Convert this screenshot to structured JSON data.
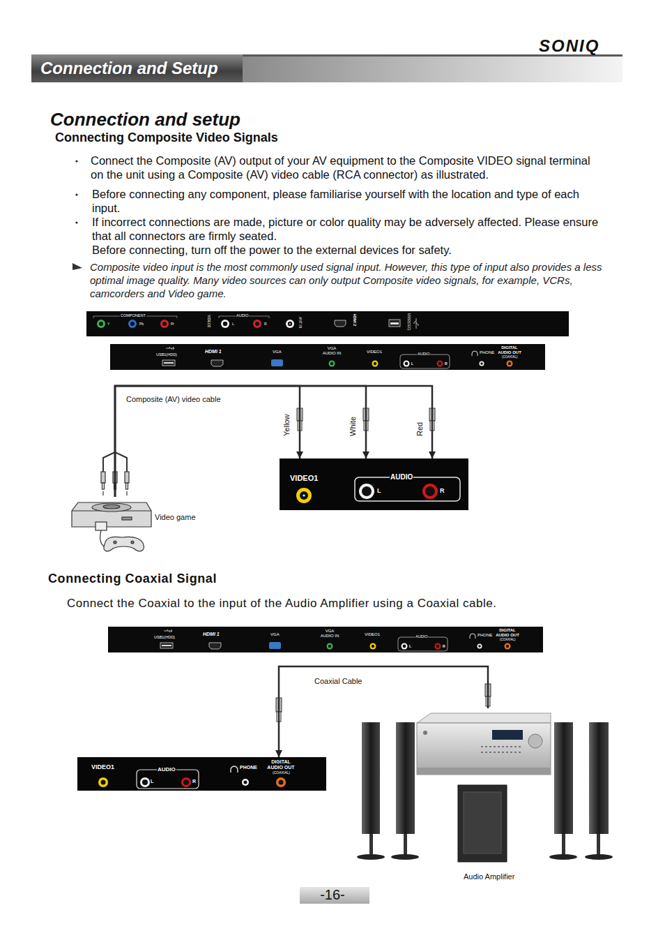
{
  "diagram": {
    "title": "Connection and setup",
    "nodes": [
      {
        "text": [
          "Connection and Setup"
        ]
      },
      {
        "text": [
          "COMPONENT",
          "Y",
          "Pb",
          "Pr",
          "VIDEO2",
          "AUDIO",
          "L",
          "R",
          "ANT IN",
          "HDMI 2",
          "USB2(DEC)"
        ]
      },
      {
        "text": [
          "USB1(HDD)",
          "HDMI 1",
          "VGA",
          "VGA AUDIO IN",
          "VIDEO1",
          "AUDIO",
          "L",
          "R",
          "PHONE",
          "DIGITAL AUDIO OUT",
          "(COAXIAL)"
        ]
      },
      {
        "text": [
          "VIDEO1",
          "AUDIO",
          "L",
          "R"
        ]
      },
      {
        "text": [
          "Video game"
        ]
      },
      {
        "text": [
          "USB1(HDD)",
          "HDMI 1",
          "VGA",
          "VGA AUDIO IN",
          "VIDEO1",
          "AUDIO",
          "L",
          "R",
          "PHONE",
          "DIGITAL AUDIO OUT",
          "(COAXIAL)"
        ]
      },
      {
        "text": [
          "VIDEO1",
          "AUDIO",
          "L",
          "R",
          "PHONE",
          "DIGITAL AUDIO OUT",
          "(COAXIAL)"
        ]
      },
      {
        "text": [
          "Audio Amplifier"
        ]
      },
      {
        "text": [
          "-16-"
        ]
      }
    ],
    "edges": [
      {
        "from": 4,
        "to": 3,
        "label": "Yellow",
        "arrow": "to"
      },
      {
        "from": 4,
        "to": 3,
        "label": "White",
        "arrow": "to"
      },
      {
        "from": 4,
        "to": 3,
        "label": "Red",
        "arrow": "to"
      },
      {
        "from": 7,
        "to": 6,
        "label": "Coaxial Cable",
        "arrow": "to"
      }
    ],
    "labels": [
      "SONIQ",
      "Connecting Composite Video Signals",
      "Connect the Composite (AV) output of your AV equipment to the Composite VIDEO signal terminal on the unit using a Composite (AV) video cable (RCA connector) as illustrated.",
      "Before connecting any component, please familiarise yourself with the location and type of each input.",
      "If incorrect connections are made, picture or color quality may be adversely affected. Please ensure that all connectors are firmly seated.",
      "Before connecting, turn off the power to the external devices for safety.",
      "Composite video input is the most commonly used signal input. However, this type of input also provides a less optimal image quality. Many video sources can only output Composite video signals, for example, VCRs, camcorders and Video game.",
      "Composite (AV) video cable",
      "Connecting Coaxial Signal",
      "Connect the Coaxial to the input of the Audio Amplifier using a Coaxial cable."
    ]
  }
}
